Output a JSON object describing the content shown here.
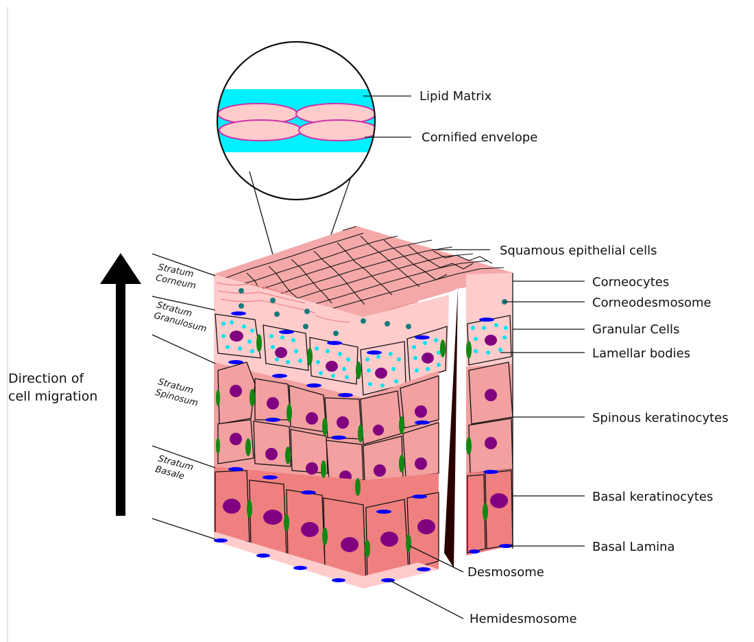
{
  "labels": {
    "lipid_matrix": "Lipid Matrix",
    "cornified_envelope": "Cornified envelope",
    "squamous": "Squamous epithelial cells",
    "corneocytes": "Corneocytes",
    "corneodesmosome": "Corneodesmosome",
    "granular": "Granular Cells",
    "lamellar": "Lamellar bodies",
    "spinous": "Spinous keratinocytes",
    "basal_keratinocytes": "Basal keratinocytes",
    "basal_lamina": "Basal Lamina",
    "desmosome": "Desmosome",
    "hemidesmosome": "Hemidesmosome"
  },
  "strata": {
    "corneum": [
      "Stratum",
      "Corneum"
    ],
    "granulosum": [
      "Stratum",
      "Granulosum"
    ],
    "spinosum": [
      "Stratum",
      "Spinosum"
    ],
    "basale": [
      "Stratum",
      "Basale"
    ]
  },
  "migration": [
    "Direction of",
    "cell migration"
  ],
  "colors": {
    "lipid": "#00f0ff",
    "cell_pink": "#ffcccc",
    "cell_outline": "#cc33aa",
    "spinous": "#f2a0a0",
    "basal": "#f08080",
    "nucleus": "#800080",
    "desmosome": "#118811",
    "hemidesmosome": "#0000ff",
    "granule": "#00e5ee",
    "corneodesmosome": "#1a7a7a"
  }
}
